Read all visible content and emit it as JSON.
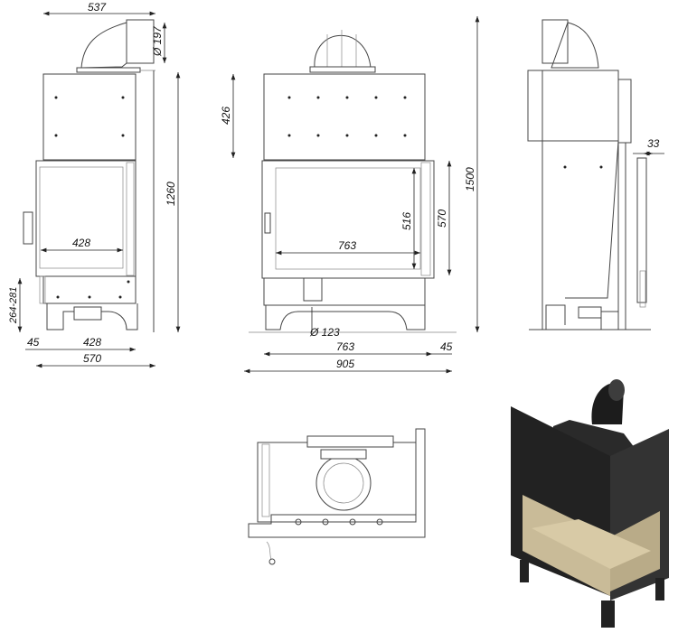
{
  "drawing": {
    "front_view": {
      "chimney_width": "537",
      "flue_diameter": "Ø 197",
      "total_height": "1260",
      "door_width": "428",
      "base_height": "264-281",
      "leg_offset": "45",
      "base_width": "428",
      "overall_width": "570"
    },
    "corner_view": {
      "top_height": "426",
      "overall_height": "1500",
      "glass_height": "516",
      "door_height": "570",
      "glass_width": "763",
      "air_inlet_diameter": "Ø 123",
      "base_width": "763",
      "side_offset": "45",
      "overall_width": "905"
    },
    "side_view": {
      "side_offset": "33"
    }
  },
  "colors": {
    "line": "#444444",
    "steel": "#2b2b2b",
    "glass": "#c9bb98"
  }
}
